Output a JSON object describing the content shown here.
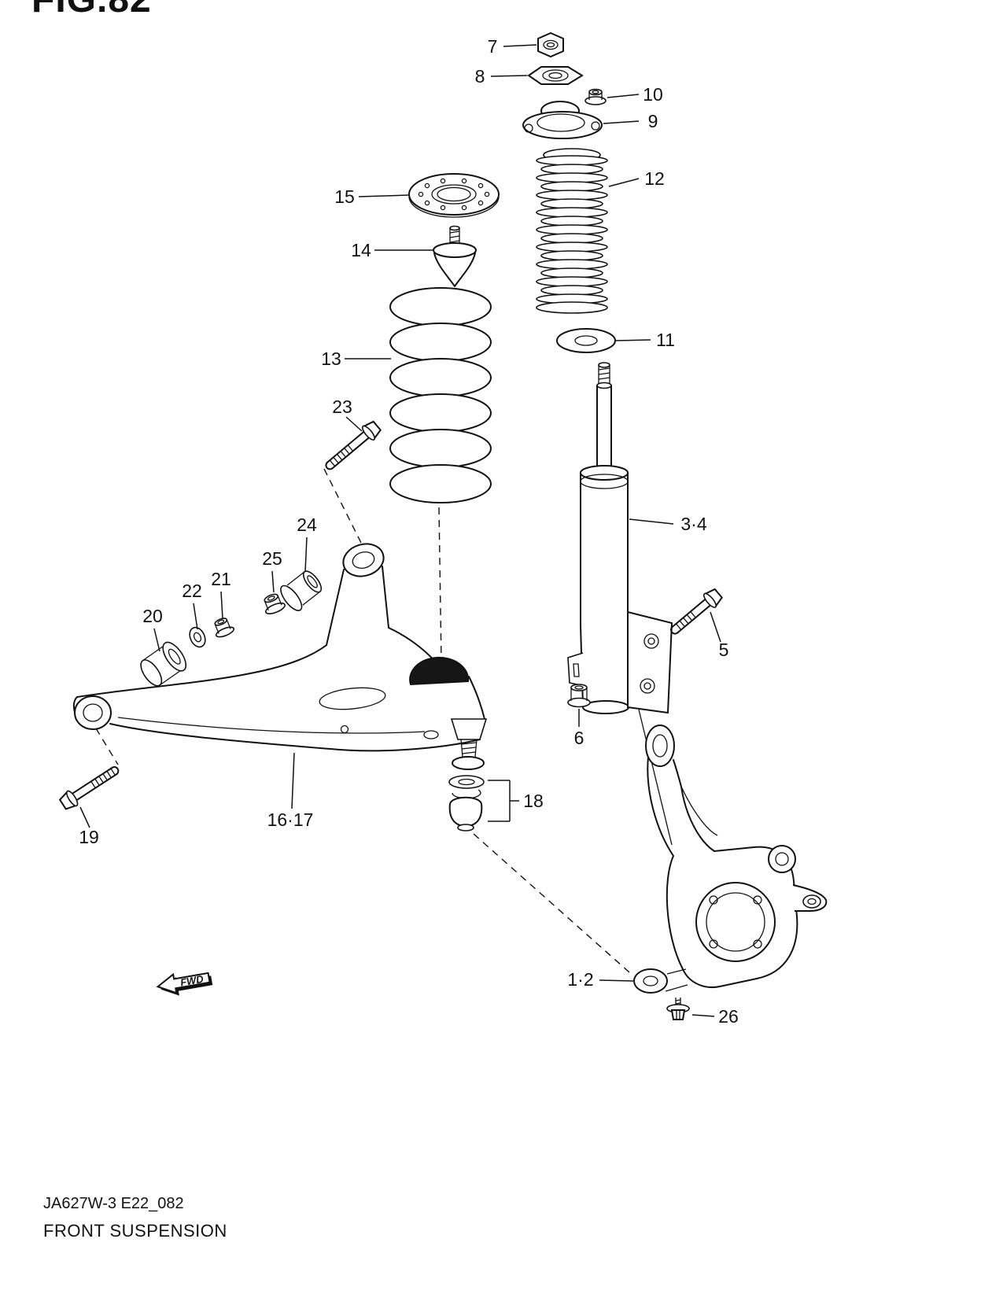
{
  "figure": {
    "title": "FIG.82"
  },
  "fwd": {
    "label": "FWD"
  },
  "footer": {
    "code": "JA627W-3 E22_082",
    "title": "FRONT SUSPENSION"
  },
  "callouts": {
    "n7": "7",
    "n8": "8",
    "n9": "9",
    "n10": "10",
    "n11": "11",
    "n12": "12",
    "n13": "13",
    "n14": "14",
    "n15": "15",
    "n18": "18",
    "n19": "19",
    "n20": "20",
    "n21": "21",
    "n22": "22",
    "n23": "23",
    "n24": "24",
    "n25": "25",
    "n26": "26",
    "n5": "5",
    "n6": "6",
    "n34": "3·4",
    "n1617": "16·17",
    "n12k": "1·2"
  }
}
